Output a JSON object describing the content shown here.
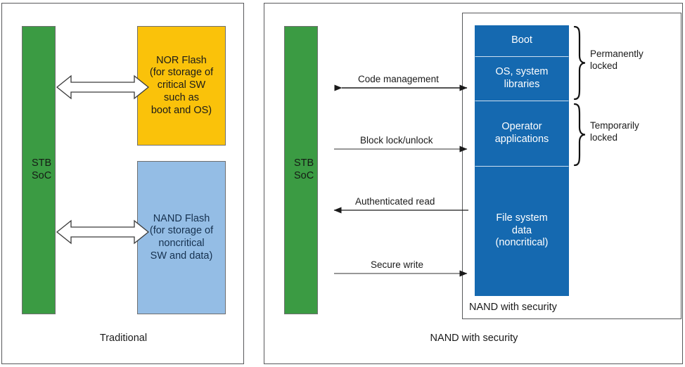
{
  "diagram": {
    "title_hidden": "",
    "colors": {
      "soc_green": "#3b9b43",
      "nor_yellow": "#fac20a",
      "nand_light_blue": "#94bde5",
      "secure_blue": "#1569b0",
      "panel_border": "#58595b",
      "text_dark": "#1a1a1a",
      "text_white": "#ffffff"
    }
  },
  "left_panel": {
    "caption": "Traditional",
    "soc": {
      "label_line1": "STB",
      "label_line2": "SoC"
    },
    "nor_flash": {
      "lines": [
        "NOR Flash",
        "(for storage of",
        "critical SW",
        "such as",
        "boot and OS)"
      ]
    },
    "nand_flash": {
      "lines": [
        "NAND Flash",
        "(for storage of",
        "noncritical",
        "SW and data)"
      ]
    },
    "arrows": [
      {
        "name": "soc-to-nor",
        "direction": "bidirectional",
        "label": ""
      },
      {
        "name": "soc-to-nand",
        "direction": "bidirectional",
        "label": ""
      }
    ]
  },
  "right_panel": {
    "caption": "NAND with security",
    "soc": {
      "label_line1": "STB",
      "label_line2": "SoC"
    },
    "nand_box_caption": "NAND with security",
    "memory_blocks": [
      {
        "name": "boot",
        "lines": [
          "Boot"
        ]
      },
      {
        "name": "os-system-libraries",
        "lines": [
          "OS, system",
          "libraries"
        ]
      },
      {
        "name": "operator-applications",
        "lines": [
          "Operator",
          "applications"
        ]
      },
      {
        "name": "file-system-data",
        "lines": [
          "File system",
          "data",
          "(noncritical)"
        ]
      }
    ],
    "braces": [
      {
        "name": "permanently-locked",
        "lines": [
          "Permanently",
          "locked"
        ]
      },
      {
        "name": "temporarily-locked",
        "lines": [
          "Temporarily",
          "locked"
        ]
      }
    ],
    "arrows": [
      {
        "name": "code-management",
        "label": "Code management",
        "direction": "bidirectional"
      },
      {
        "name": "block-lock-unlock",
        "label": "Block lock/unlock",
        "direction": "right"
      },
      {
        "name": "authenticated-read",
        "label": "Authenticated read",
        "direction": "left"
      },
      {
        "name": "secure-write",
        "label": "Secure write",
        "direction": "right"
      }
    ]
  }
}
